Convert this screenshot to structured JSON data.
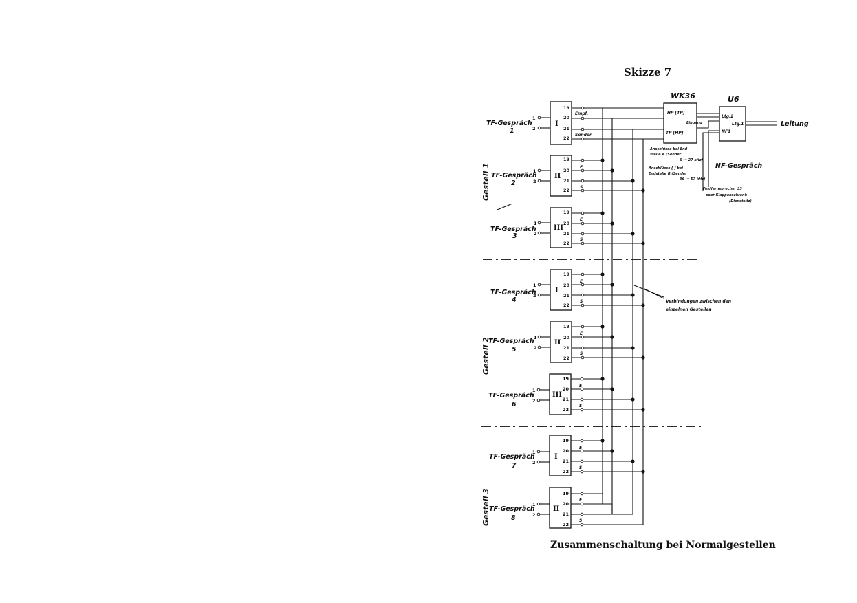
{
  "title": "Skizze 7",
  "caption": "Zusammenschaltung bei Normalgestellen",
  "racks": [
    {
      "label": "Gestell 1",
      "channels": [
        {
          "label": "TF-Gespräch",
          "num": "1",
          "roman": "I"
        },
        {
          "label": "TF-Gespräch",
          "num": "2",
          "roman": "II"
        },
        {
          "label": "TF-Gespräch",
          "num": "3",
          "roman": "III"
        }
      ]
    },
    {
      "label": "Gestell 2",
      "channels": [
        {
          "label": "TF-Gespräch",
          "num": "4",
          "roman": "I"
        },
        {
          "label": "TF-Gespräch",
          "num": "5",
          "roman": "II"
        },
        {
          "label": "TF-Gespräch",
          "num": "6",
          "roman": "III"
        }
      ]
    },
    {
      "label": "Gestell 3",
      "channels": [
        {
          "label": "TF-Gespräch",
          "num": "7",
          "roman": "I"
        },
        {
          "label": "TF-Gespräch",
          "num": "8",
          "roman": "II"
        }
      ]
    }
  ],
  "pins": [
    "19",
    "20",
    "21",
    "22"
  ],
  "inputs": [
    "1",
    "2"
  ],
  "first_unit_labels": {
    "receive": "Empf.",
    "send": "Sender"
  },
  "unit_labels": {
    "receive": "E",
    "send": "S"
  },
  "wk36": {
    "title": "WK36",
    "hp_tp": "HP [TP]",
    "tp_hp": "TP [HP]",
    "eingang": "Eingang",
    "note_a": [
      "Anschlüsse bei End-",
      "stelle A (Sender",
      "6 ··· 27 kHz)"
    ],
    "note_b": [
      "Anschlüsse [ ] bei",
      "Endstelle B (Sender",
      "36 ··· 57 kHz)"
    ]
  },
  "u6": {
    "title": "U6",
    "ltg2": "Ltg.2",
    "ltg1": "Ltg.1",
    "nf1": "NF1"
  },
  "leitung": "Leitung",
  "nf_gesprach": "NF-Gespräch",
  "feldfernsprecher": [
    "Feldfernsprecher 33",
    "oder Klappenschrank",
    "(Dienstsitz)"
  ],
  "verbindungen": [
    "Verbindungen zwischen den",
    "einzelnen Gestellen"
  ]
}
